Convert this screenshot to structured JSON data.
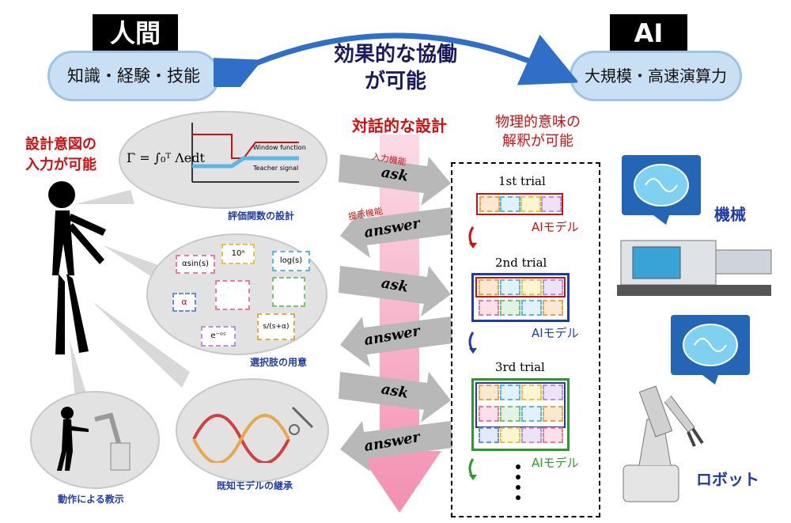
{
  "human": {
    "title": "人間",
    "skills": "知識・経験・技能"
  },
  "ai": {
    "title": "AI",
    "skills": "大規模・高速演算力"
  },
  "collab": {
    "line1": "効果的な協働",
    "line2": "が可能"
  },
  "dialog_design": "対話的な設計",
  "physical": {
    "line1": "物理的意味の",
    "line2": "解釈が可能"
  },
  "design_intent": {
    "line1": "設計意図の",
    "line2": "入力が可能"
  },
  "eval_label": "評価関数の設計",
  "choice_label": "選択肢の用意",
  "model_label": "既知モデルの継承",
  "teach_label": "動作による教示",
  "input_func": "入力機能",
  "present_func": "提示機能",
  "ask": "ask",
  "answer": "answer",
  "trials": [
    "1st trial",
    "2nd trial",
    "3rd trial"
  ],
  "ai_model": "AIモデル",
  "machine": "機械",
  "robot": "ロボット",
  "formula": "Γ = ∫₀ᵀ Λedt",
  "window_function": "Window function",
  "teacher_signal": "Teacher signal",
  "blocks": [
    "αsin(s)",
    "10ᵃ",
    "log(s)",
    "α",
    "e⁻ᵅˢ",
    "s/(s+α)"
  ],
  "colors": {
    "red": "#d01010",
    "blue": "#1f3ca8",
    "green": "#2a9a2a",
    "pink": "#f6a9c2",
    "gray": "#b8b8b8"
  }
}
